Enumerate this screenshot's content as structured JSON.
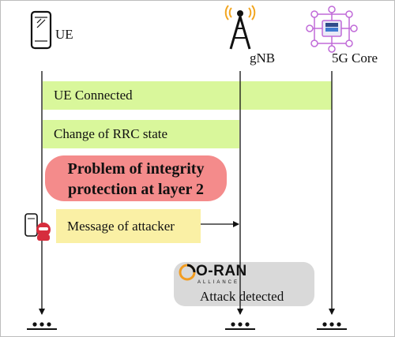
{
  "entities": {
    "ue": "UE",
    "gnb": "gNB",
    "core": "5G Core"
  },
  "messages": {
    "ue_connected": "UE Connected",
    "rrc_change": "Change of RRC state",
    "problem_line1": "Problem of integrity",
    "problem_line2": "protection at layer 2",
    "attacker_msg": "Message of attacker"
  },
  "oran": {
    "logo": "O-RAN",
    "alliance": "ALLIANCE",
    "detected": "Attack detected"
  },
  "icons": [
    "phone-icon",
    "antenna-tower-icon",
    "core-network-icon",
    "attacker-phone-icon",
    "hacker-icon",
    "oran-logo-icon",
    "ellipsis-icon"
  ],
  "colors": {
    "green_bar": "#d9f79b",
    "yellow_bar": "#faf0a5",
    "problem_box": "#f48b8b",
    "detect_box": "#d9d9d9",
    "core_accent": "#c06ad8",
    "oran_orange": "#f29c1f"
  }
}
